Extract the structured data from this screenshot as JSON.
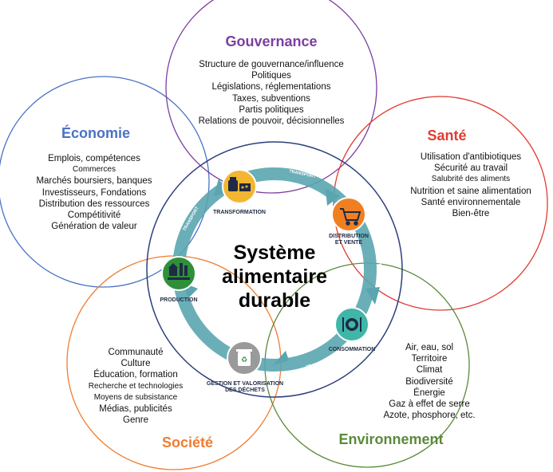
{
  "center": {
    "line1": "Système",
    "line2": "alimentaire",
    "line3": "durable"
  },
  "spheres": {
    "gouvernance": {
      "title": "Gouvernance",
      "color": "#7b3fa0",
      "items": [
        "Structure de gouvernance/influence",
        "Politiques",
        "Législations, réglementations",
        "Taxes, subventions",
        "Partis politiques",
        "Relations de pouvoir, décisionnelles"
      ]
    },
    "economie": {
      "title": "Économie",
      "color": "#4a72c4",
      "items": [
        "Emplois, compétences",
        "Commerces",
        "Marchés boursiers, banques",
        "Investisseurs, Fondations",
        "Distribution des ressources",
        "Compétitivité",
        "Génération de valeur"
      ]
    },
    "sante": {
      "title": "Santé",
      "color": "#e03c31",
      "items": [
        "Utilisation d'antibiotiques",
        "Sécurité au travail",
        "Salubrité des aliments",
        "Nutrition et saine alimentation",
        "Santé environnementale",
        "Bien-être"
      ]
    },
    "societe": {
      "title": "Société",
      "color": "#ee7d31",
      "items": [
        "Communauté",
        "Culture",
        "Éducation, formation",
        "Recherche et technologies",
        "Moyens de subsistance",
        "Médias, publicités",
        "Genre"
      ]
    },
    "environnement": {
      "title": "Environnement",
      "color": "#5a8a3a",
      "items": [
        "Air, eau, sol",
        "Territoire",
        "Climat",
        "Biodiversité",
        "Énergie",
        "Gaz à effet de serre",
        "Azote, phosphore, etc."
      ]
    }
  },
  "cycle": {
    "ring_color": "#5aa5b0",
    "stages": {
      "transformation": {
        "label": "TRANSFORMATION",
        "color": "#f2b632",
        "icon": "factory-food-icon"
      },
      "distribution": {
        "label1": "DISTRIBUTION",
        "label2": "ET VENTE",
        "color": "#f07f22",
        "icon": "shopping-cart-icon"
      },
      "consommation": {
        "label": "CONSOMMATION",
        "color": "#3fb6a8",
        "icon": "plate-cutlery-icon"
      },
      "gestion": {
        "label1": "GESTION ET VALORISATION",
        "label2": "DES DÉCHETS",
        "color": "#9a9a9a",
        "icon": "recycle-bin-icon"
      },
      "production": {
        "label": "PRODUCTION",
        "color": "#2f8f3a",
        "icon": "farm-icon"
      }
    },
    "transport_label": "TRANSPORT"
  }
}
